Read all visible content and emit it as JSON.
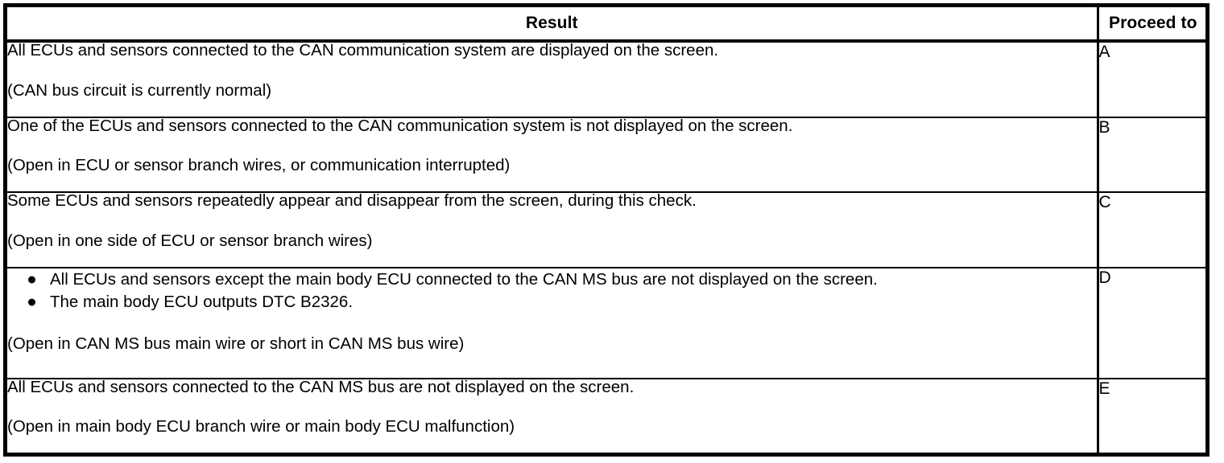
{
  "table": {
    "columns": [
      {
        "key": "result",
        "header": "Result"
      },
      {
        "key": "proceed",
        "header": "Proceed to"
      }
    ],
    "rows": [
      {
        "main": "All ECUs and sensors connected to the CAN communication system are displayed on the screen.",
        "note": "(CAN bus circuit is currently normal)",
        "bullets": [],
        "proceed": "A"
      },
      {
        "main": "One of the ECUs and sensors connected to the CAN communication system is not displayed on the screen.",
        "note": "(Open in ECU or sensor branch wires, or communication interrupted)",
        "bullets": [],
        "proceed": "B"
      },
      {
        "main": "Some ECUs and sensors repeatedly appear and disappear from the screen, during this check.",
        "note": "(Open in one side of ECU or sensor branch wires)",
        "bullets": [],
        "proceed": "C"
      },
      {
        "main": "",
        "note": "(Open in CAN MS bus main wire or short in CAN MS bus wire)",
        "bullets": [
          "All ECUs and sensors except the main body ECU connected to the CAN MS bus are not displayed on the screen.",
          "The main body ECU outputs DTC B2326."
        ],
        "proceed": "D"
      },
      {
        "main": "All ECUs and sensors connected to the CAN MS bus are not displayed on the screen.",
        "note": "(Open in main body ECU branch wire or main body ECU malfunction)",
        "bullets": [],
        "proceed": "E"
      }
    ]
  },
  "colors": {
    "border": "#000000",
    "text": "#000000",
    "background": "#ffffff"
  }
}
